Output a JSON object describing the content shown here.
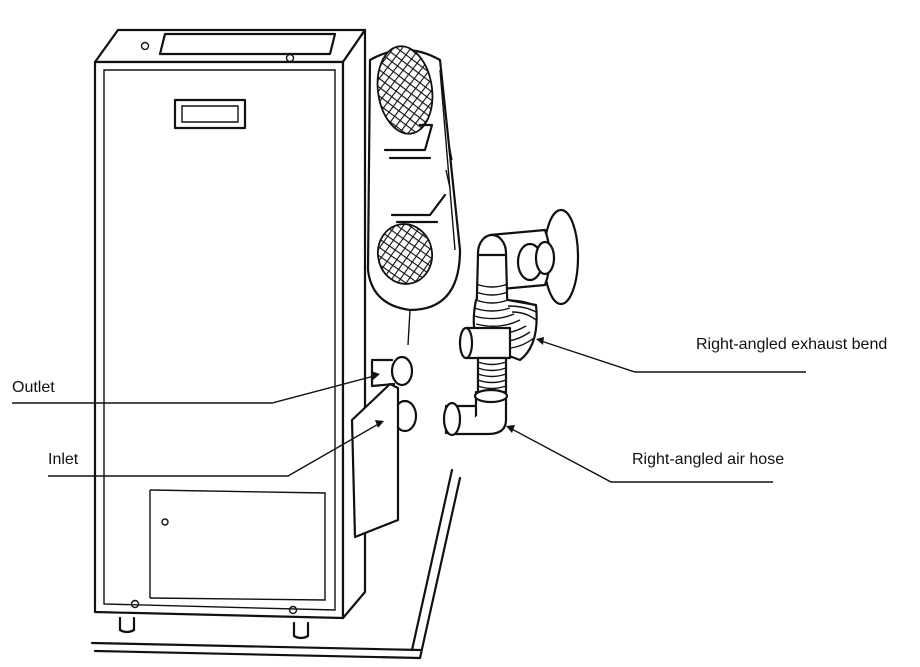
{
  "labels": {
    "outlet": "Outlet",
    "inlet": "Inlet",
    "exhaust_bend": "Right-angled exhaust bend",
    "air_hose": "Right-angled air hose"
  }
}
